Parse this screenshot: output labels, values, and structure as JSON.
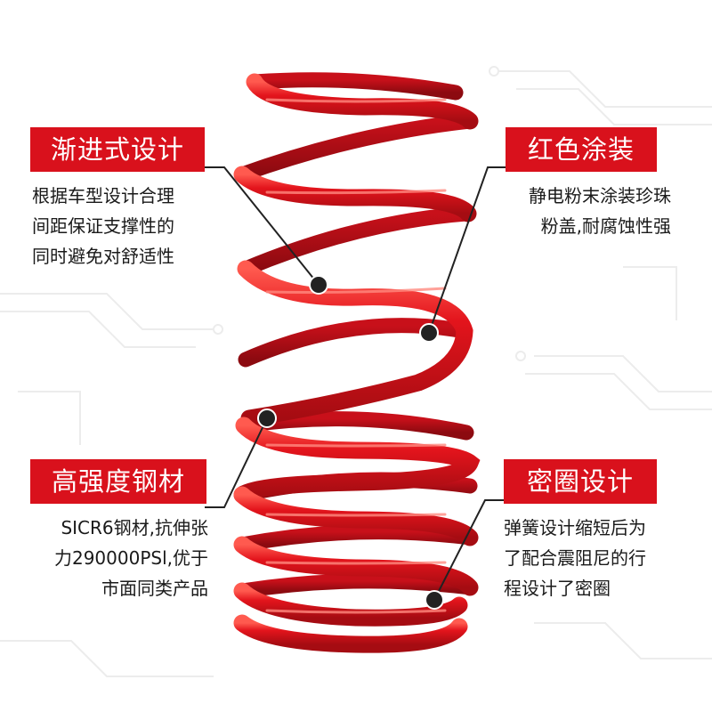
{
  "colors": {
    "accent": "#d9111c",
    "spring": "#e3141c",
    "spring_dark": "#a50c12",
    "text": "#1a1a1a"
  },
  "callouts": {
    "progressive": {
      "title": "渐进式设计",
      "lines": [
        "根据车型设计合理",
        "间距保证支撑性的",
        "同时避免对舒适性"
      ]
    },
    "coating": {
      "title": "红色涂装",
      "lines": [
        "静电粉末涂装珍珠",
        "粉盖,耐腐蚀性强"
      ]
    },
    "steel": {
      "title": "高强度钢材",
      "lines": [
        "SICR6钢材,抗伸张",
        "力290000PSl,优于",
        "市面同类产品"
      ]
    },
    "seal": {
      "title": "密圈设计",
      "lines": [
        "弹簧设计缩短后为",
        "了配合震阻尼的行",
        "程设计了密圈"
      ]
    }
  }
}
